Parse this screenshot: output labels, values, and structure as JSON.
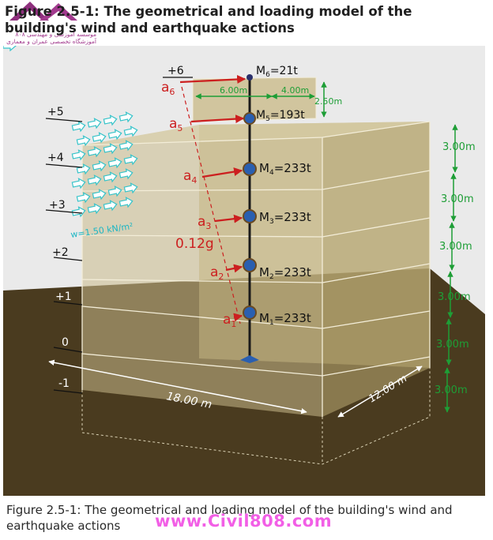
{
  "figure": {
    "title": "Figure 2.5-1: The geometrical and loading model of the building's wind and earthquake actions",
    "caption": "Figure 2.5-1: The geometrical and loading model of the building's wind and earthquake actions"
  },
  "logo": {
    "line1": "موسسه آموزشی و مهندسی ۸۰۸",
    "line2": "آموزشگاه تخصصی عمران و معماری"
  },
  "watermark": "www.Civil808.com",
  "levels": [
    "+6",
    "+5",
    "+4",
    "+3",
    "+2",
    "+1",
    "0",
    "-1"
  ],
  "masses": [
    {
      "label": "M",
      "sub": "6",
      "value": "=21t"
    },
    {
      "label": "M",
      "sub": "5",
      "value": "=193t"
    },
    {
      "label": "M",
      "sub": "4",
      "value": "=233t"
    },
    {
      "label": "M",
      "sub": "3",
      "value": "=233t"
    },
    {
      "label": "M",
      "sub": "2",
      "value": "=233t"
    },
    {
      "label": "M",
      "sub": "1",
      "value": "=233t"
    }
  ],
  "accelerations": [
    {
      "label": "a",
      "sub": "6"
    },
    {
      "label": "a",
      "sub": "5"
    },
    {
      "label": "a",
      "sub": "4"
    },
    {
      "label": "a",
      "sub": "3"
    },
    {
      "label": "a",
      "sub": "2"
    },
    {
      "label": "a",
      "sub": "1"
    }
  ],
  "ground_acceleration": "0.12g",
  "wind_load": "w=1.50 kN/m²",
  "storey_heights": [
    "3.00m",
    "3.00m",
    "3.00m",
    "3.00m",
    "3.00m",
    "3.00m"
  ],
  "top_dims": {
    "width1": "6.00m",
    "width2": "4.00m",
    "height": "2.50m"
  },
  "plan_dims": {
    "length": "18.00 m",
    "depth": "12.00 m"
  },
  "colors": {
    "ground": "#4a3b1f",
    "building": "#c8b98a",
    "arrow_red": "#cc1f1f",
    "wind": "#35c3c9",
    "dim_green": "#1e9e36"
  }
}
